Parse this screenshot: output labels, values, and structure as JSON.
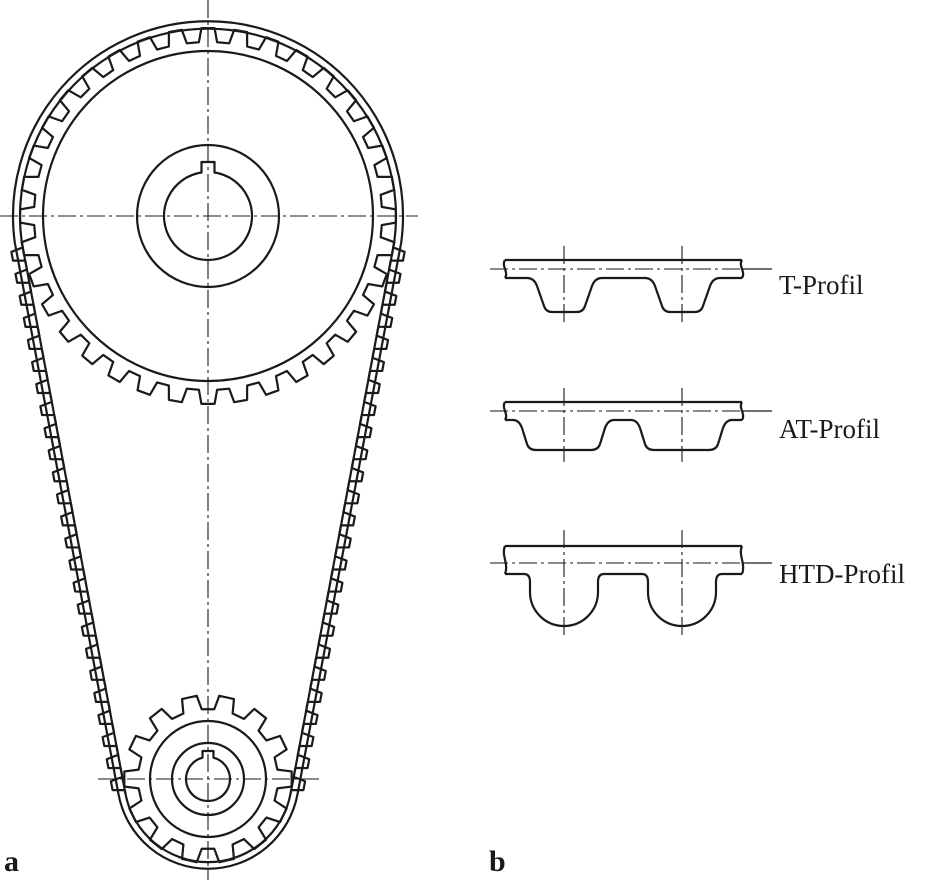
{
  "panel_a": {
    "label": "a"
  },
  "panel_b": {
    "label": "b",
    "profiles": [
      {
        "name": "T-Profil",
        "tooth": "trapezoid"
      },
      {
        "name": "AT-Profil",
        "tooth": "wide-trapezoid"
      },
      {
        "name": "HTD-Profil",
        "tooth": "round"
      }
    ]
  },
  "drive": {
    "large_pulley_teeth": 36,
    "small_pulley_teeth": 14
  }
}
